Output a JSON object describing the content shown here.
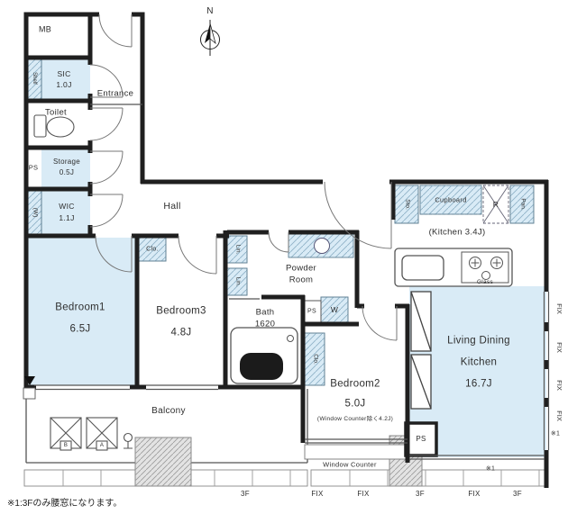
{
  "note": "※1:3Fのみ腰窓になります。",
  "compass": {
    "n": "N"
  },
  "labels": {
    "mb": "MB",
    "shelf": "Shelf",
    "sic_name": "SIC",
    "sic_size": "1.0J",
    "entrance": "Entrance",
    "toilet": "Toilet",
    "ps_left": "PS",
    "storage_name": "Storage",
    "storage_size": "0.5J",
    "w_mark": "(W)",
    "wic_name": "WIC",
    "wic_size": "1.1J",
    "hall": "Hall",
    "bedroom1_name": "Bedroom1",
    "bedroom1_size": "6.5J",
    "bedroom3_name": "Bedroom3",
    "bedroom3_size": "4.8J",
    "clo_b3": "Clo.",
    "lin_top": "Lin.",
    "lin_bottom": "Lin.",
    "powder_line1": "Powder",
    "powder_line2": "Room",
    "bath_name": "Bath",
    "bath_size": "1620",
    "ps_mid": "PS",
    "washer": "W",
    "clo_b2": "Clo.",
    "bedroom2_name": "Bedroom2",
    "bedroom2_size": "5.0J",
    "bedroom2_note": "(Window Counter除く4.2J)",
    "sto": "Sto.",
    "cupboard": "Cupboard",
    "fridge": "R",
    "pantry": "Pan.",
    "kitchen": "(Kitchen 3.4J)",
    "glass": "Glass",
    "ldk_line1": "Living Dining",
    "ldk_line2": "Kitchen",
    "ldk_size": "16.7J",
    "balcony": "Balcony",
    "balcony_b": "B",
    "balcony_a": "A",
    "window_counter": "Window Counter",
    "ps_bottom": "PS",
    "mark1": "※1",
    "mark2": "※1"
  },
  "windows": {
    "bottom": [
      "3F",
      "FIX",
      "FIX",
      "3F",
      "FIX",
      "3F"
    ],
    "right": [
      "FIX",
      "FIX",
      "FIX",
      "FIX"
    ]
  },
  "colors": {
    "floor": "#d9ebf6",
    "wall": "#1f1f1f",
    "hatch": "#8fb3c7"
  }
}
